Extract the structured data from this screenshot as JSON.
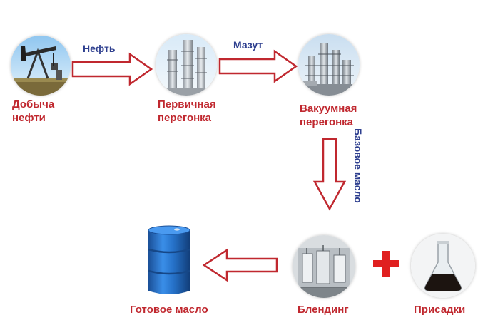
{
  "nodes": {
    "extraction": {
      "line1": "Добыча",
      "line2": "нефти",
      "icon": "oil-pump-icon"
    },
    "primary": {
      "line1": "Первичная",
      "line2": "перегонка",
      "icon": "distillation-column-icon"
    },
    "vacuum": {
      "line1": "Вакуумная",
      "line2": "перегонка",
      "icon": "refinery-icon"
    },
    "blending": {
      "label": "Блендинг",
      "icon": "blending-plant-icon"
    },
    "additives": {
      "label": "Присадки",
      "icon": "flask-icon"
    },
    "finished": {
      "label": "Готовое масло",
      "icon": "oil-barrel-icon"
    }
  },
  "edges": {
    "crude": "Нефть",
    "fuel_oil": "Мазут",
    "base_oil": "Базовое масло"
  },
  "colors": {
    "arrow_stroke": "#c0282f",
    "label": "#c0282f",
    "edge_label": "#2e3f8f",
    "plus": "#e02020"
  }
}
